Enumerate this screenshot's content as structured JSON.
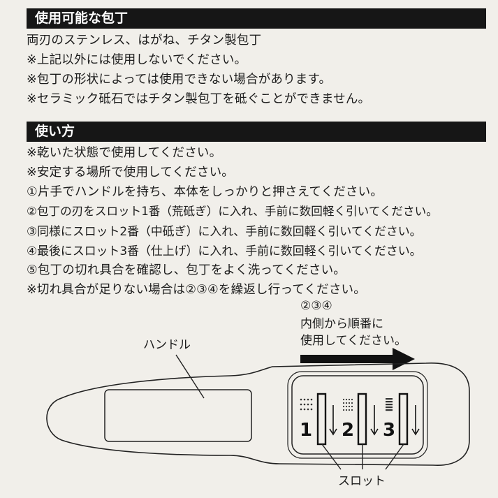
{
  "section1": {
    "title": "使用可能な包丁",
    "lines": [
      "両刃のステンレス、はがね、チタン製包丁",
      "※上記以外には使用しないでください。",
      "※包丁の形状によっては使用できない場合があります。",
      "※セラミック砥石ではチタン製包丁を砥ぐことができません。"
    ]
  },
  "section2": {
    "title": "使い方",
    "lines": [
      "※乾いた状態で使用してください。",
      "※安定する場所で使用してください。",
      "①片手でハンドルを持ち、本体をしっかりと押さえてください。",
      "②包丁の刃をスロット1番（荒砥ぎ）に入れ、手前に数回軽く引いてください。",
      "③同様にスロット2番（中砥ぎ）に入れ、手前に数回軽く引いてください。",
      "④最後にスロット3番（仕上げ）に入れ、手前に数回軽く引いてください。",
      "⑤包丁の切れ具合を確認し、包丁をよく洗ってください。",
      "※切れ具合が足りない場合は②③④を繰返し行ってください。"
    ]
  },
  "diagram": {
    "order_note": [
      "②③④",
      "内側から順番に",
      "使用してください。"
    ],
    "handle_label": "ハンドル",
    "slot_label": "スロット",
    "slot_numbers": [
      "1",
      "2",
      "3"
    ]
  }
}
